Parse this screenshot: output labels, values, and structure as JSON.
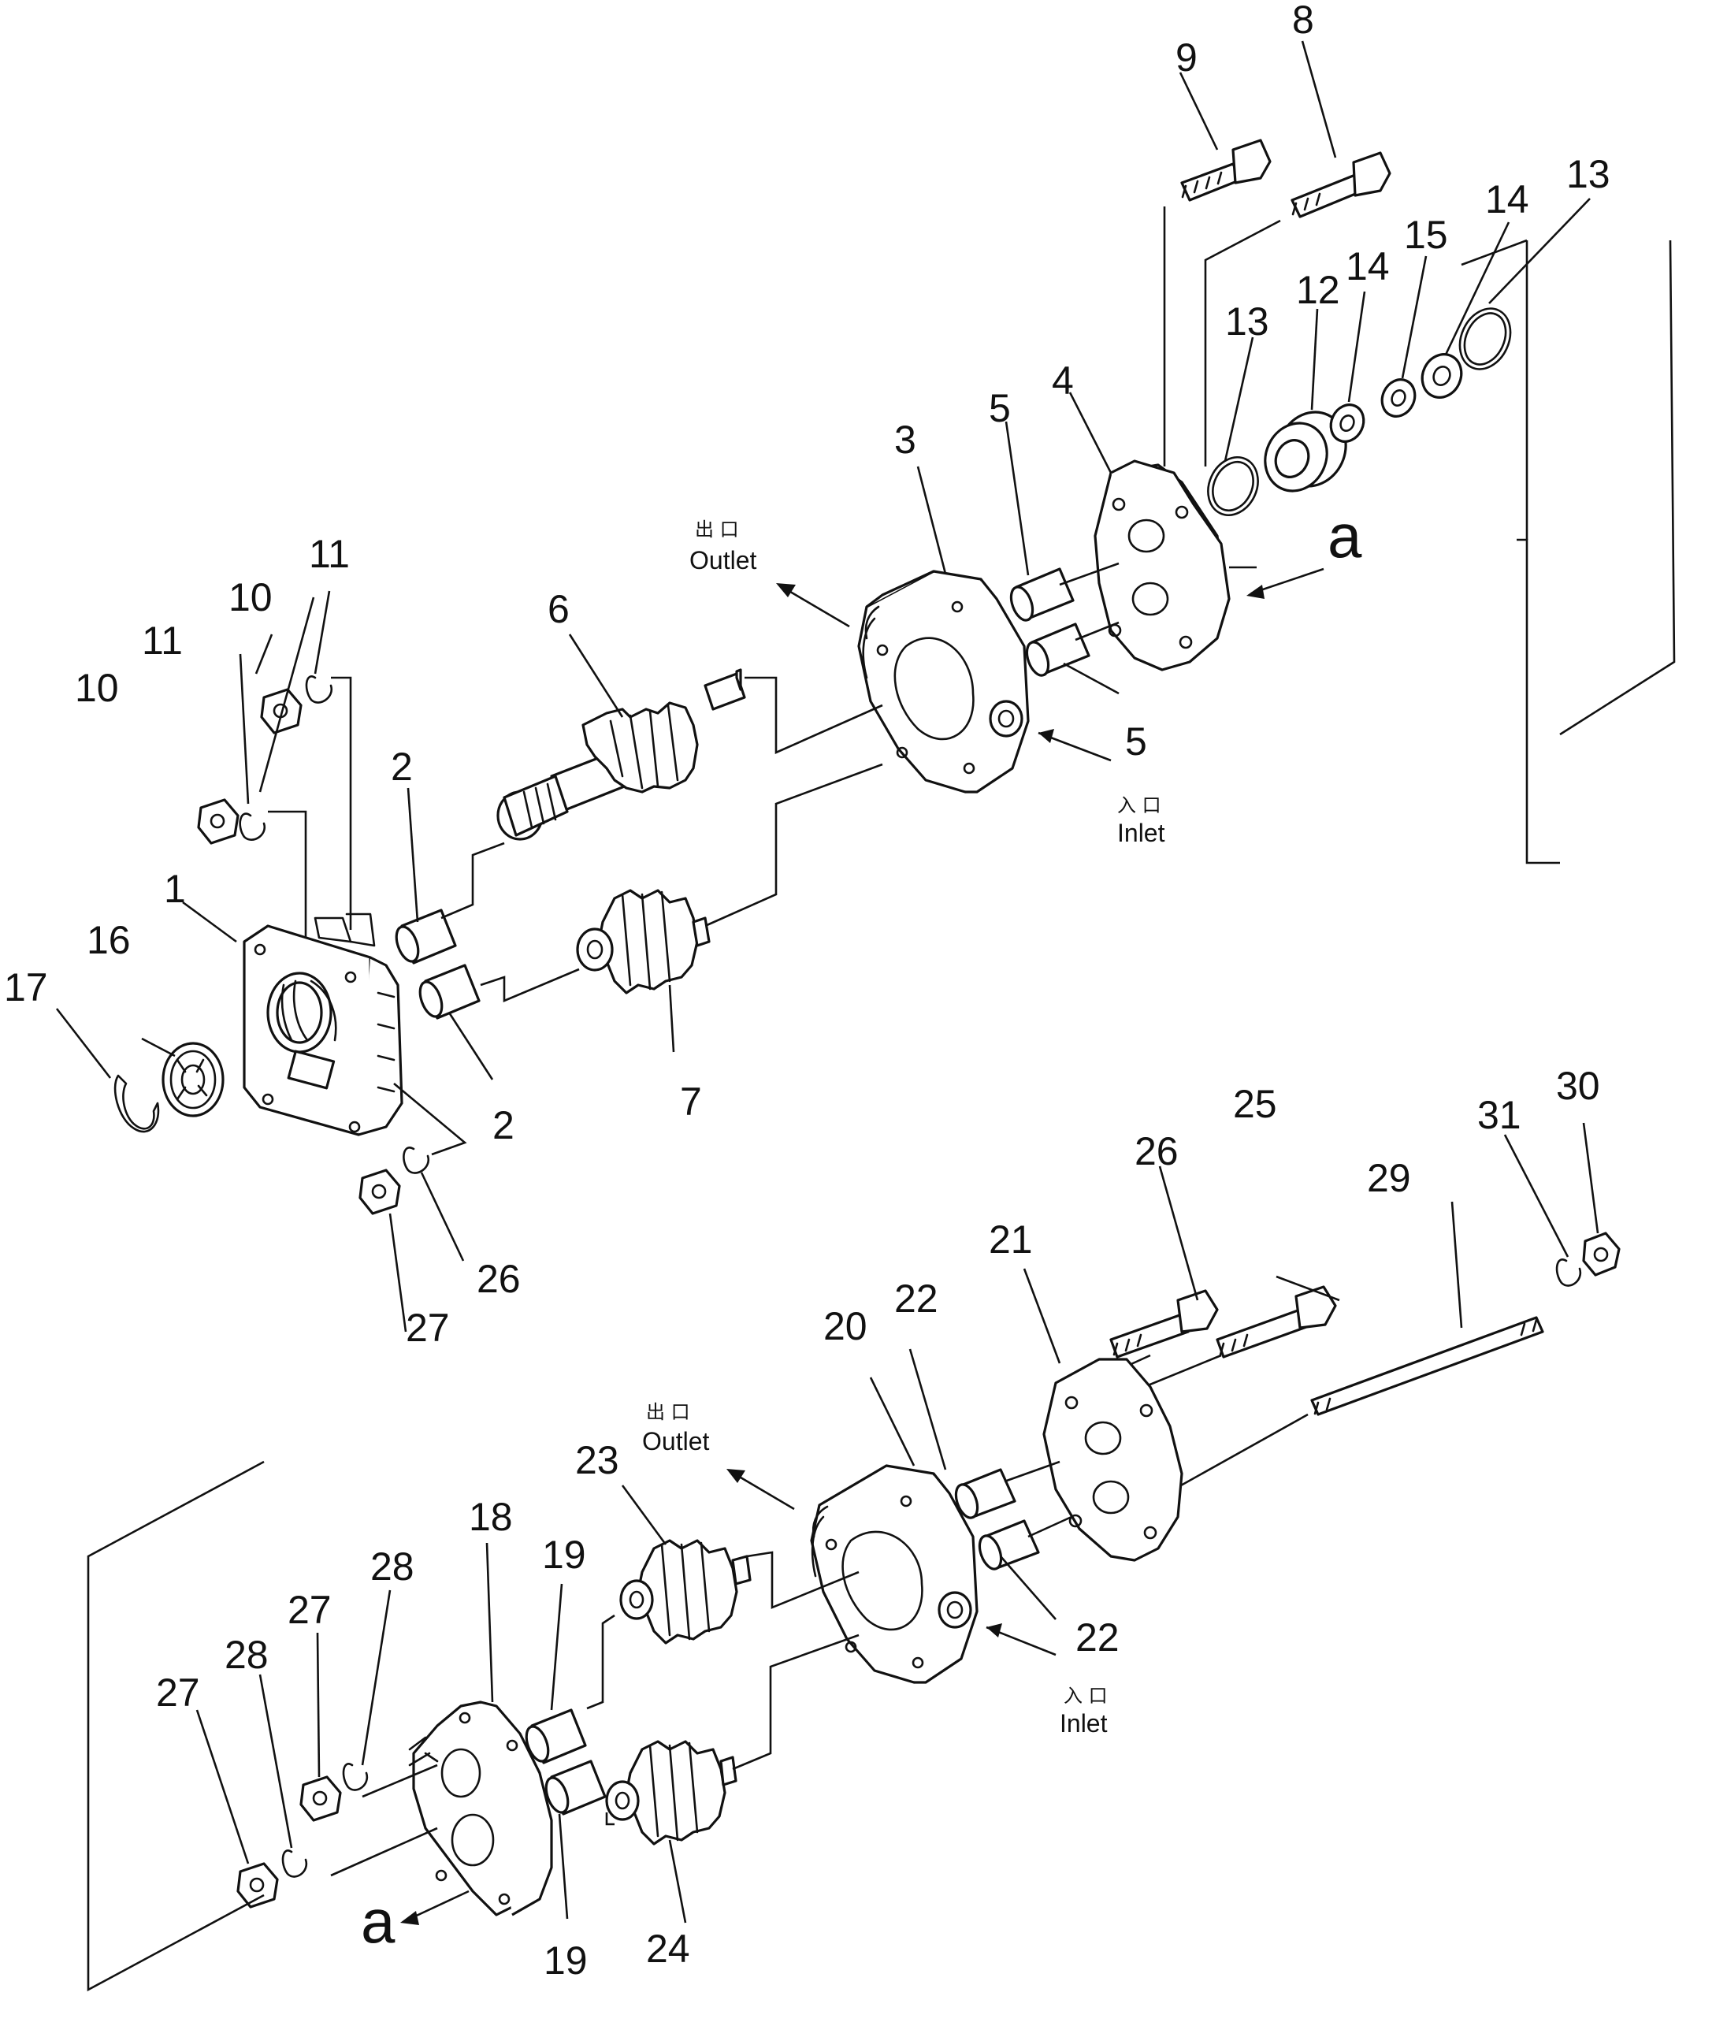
{
  "diagram": {
    "part_numbers": [
      "1",
      "2",
      "3",
      "4",
      "5",
      "6",
      "7",
      "8",
      "9",
      "10",
      "11",
      "12",
      "13",
      "14",
      "15",
      "16",
      "17",
      "18",
      "19",
      "20",
      "21",
      "22",
      "23",
      "24",
      "25",
      "26",
      "27",
      "28",
      "29",
      "30",
      "31"
    ],
    "upper_section": {
      "callouts": {
        "p1": "1",
        "p2a": "2",
        "p2b": "2",
        "p3": "3",
        "p4": "4",
        "p5a": "5",
        "p5b": "5",
        "p6": "6",
        "p7": "7",
        "p8": "8",
        "p9": "9",
        "p10a": "10",
        "p10b": "10",
        "p11a": "11",
        "p11b": "11",
        "p12": "12",
        "p13a": "13",
        "p13b": "13",
        "p14a": "14",
        "p14b": "14",
        "p15": "15",
        "p16": "16",
        "p17": "17",
        "p26": "26",
        "p27": "27"
      },
      "outlet": {
        "jp": "出 口",
        "en": "Outlet"
      },
      "inlet": {
        "jp": "入 口",
        "en": "Inlet"
      },
      "view_ref": "a"
    },
    "lower_section": {
      "callouts": {
        "p18": "18",
        "p19a": "19",
        "p19b": "19",
        "p20": "20",
        "p21": "21",
        "p22a": "22",
        "p22b": "22",
        "p23": "23",
        "p24": "24",
        "p25": "25",
        "p26": "26",
        "p27a": "27",
        "p27b": "27",
        "p28a": "28",
        "p28b": "28",
        "p29": "29",
        "p30": "30",
        "p31": "31"
      },
      "outlet": {
        "jp": "出 口",
        "en": "Outlet"
      },
      "inlet": {
        "jp": "入 口",
        "en": "Inlet"
      },
      "view_ref": "a"
    },
    "colors": {
      "ink": "#111111",
      "paper": "#ffffff"
    }
  }
}
